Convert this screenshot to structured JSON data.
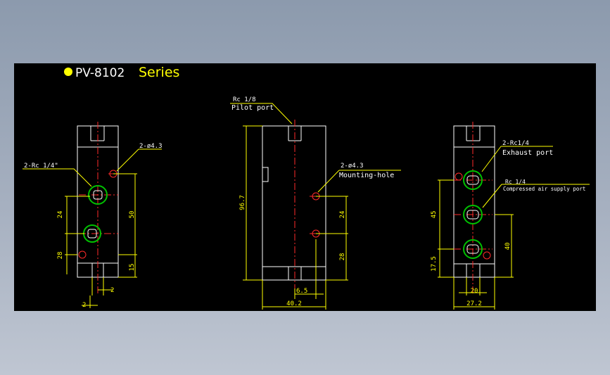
{
  "title": {
    "prefix": "PV-8102",
    "suffix": "Series"
  },
  "colors": {
    "background": "#000000",
    "outline": "#ffffff",
    "dimension": "#ffff00",
    "centerline": "#ff2a2a",
    "port_ring": "#00c000",
    "bullet": "#ffff00"
  },
  "left_view": {
    "label_mount": "2-ø4.3",
    "label_port": "2-Rc 1/4\"",
    "dim_24": "24",
    "dim_50": "50",
    "dim_28": "28",
    "dim_15": "15",
    "dim_2a": "2",
    "dim_2b": "2"
  },
  "center_view": {
    "pilot_code": "Rc 1/8",
    "pilot_name": "Pilot port",
    "mount_code": "2-ø4.3",
    "mount_name": "Mounting-hole",
    "dim_height": "96.7",
    "dim_24": "24",
    "dim_28": "28",
    "dim_6_5": "6.5",
    "dim_width": "40.2"
  },
  "right_view": {
    "exhaust_code": "2-Rc1/4",
    "exhaust_name": "Exhaust port",
    "supply_code": "Rc 1/4",
    "supply_name": "Compressed air supply port",
    "dim_45": "45",
    "dim_40": "40",
    "dim_17_5": "17.5",
    "dim_20": "20",
    "dim_27_2": "27.2"
  }
}
